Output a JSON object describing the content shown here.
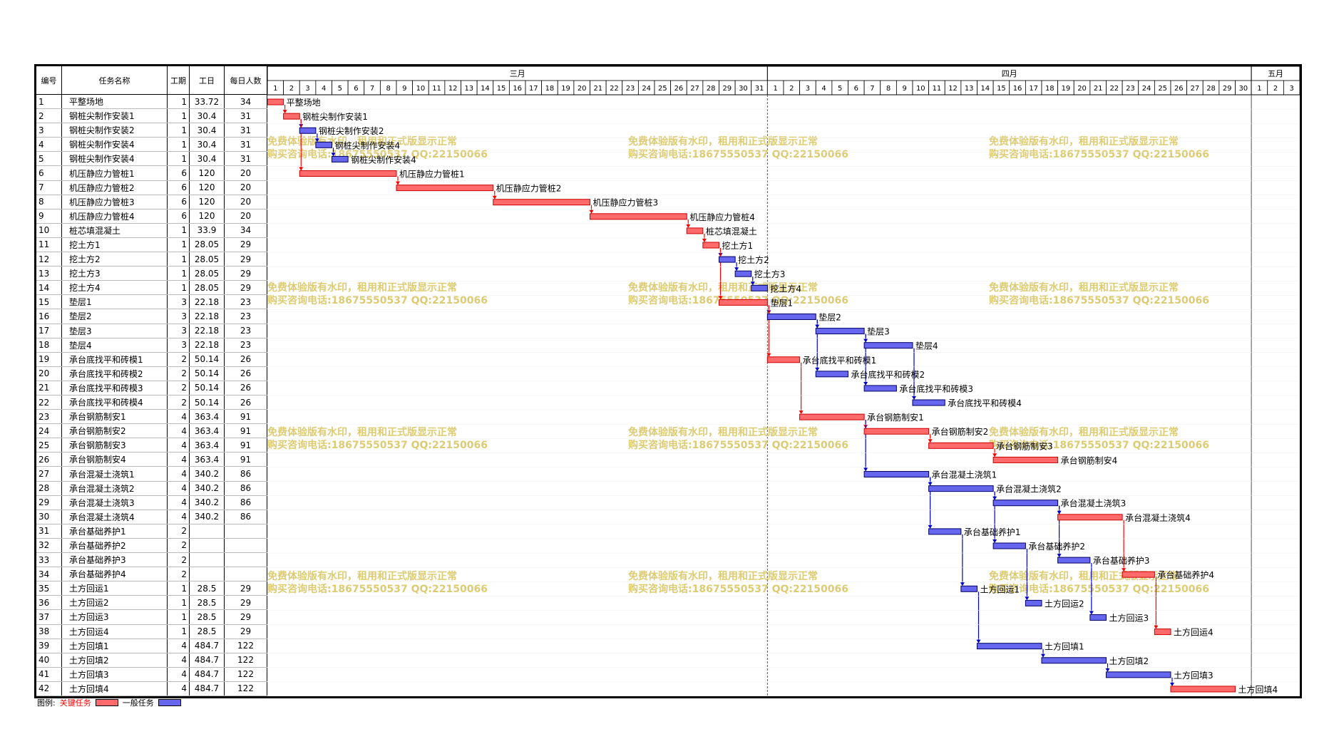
{
  "headers": {
    "id": "编号",
    "name": "任务名称",
    "duration": "工期",
    "workdays": "工日",
    "people": "每日人数"
  },
  "months": [
    {
      "label": "三月",
      "start": 1,
      "days": 31
    },
    {
      "label": "四月",
      "start": 32,
      "days": 30
    },
    {
      "label": "五月",
      "start": 62,
      "days": 3
    }
  ],
  "watermark": [
    "免费体验版有水印，租用和正式版显示正常",
    "购买咨询电话:18675550537 QQ:22150066"
  ],
  "legend": {
    "prefix": "图例:",
    "critical_label": "关键任务",
    "normal_label": "一般任务"
  },
  "colors": {
    "critical": "#ff6b6b",
    "normal": "#6666ee",
    "watermark": "#d8c25a"
  },
  "chart_data": {
    "type": "gantt",
    "x_unit": "day",
    "x_range": [
      1,
      64
    ],
    "tasks": [
      {
        "id": "1",
        "name": "平整场地",
        "duration": "1",
        "workdays": "33.72",
        "people": "34",
        "start": 1,
        "end": 1,
        "critical": true
      },
      {
        "id": "2",
        "name": "钢桩尖制作安装1",
        "duration": "1",
        "workdays": "30.4",
        "people": "31",
        "start": 2,
        "end": 2,
        "critical": true
      },
      {
        "id": "3",
        "name": "钢桩尖制作安装2",
        "duration": "1",
        "workdays": "30.4",
        "people": "31",
        "start": 3,
        "end": 3,
        "critical": false
      },
      {
        "id": "4",
        "name": "钢桩尖制作安装4",
        "duration": "1",
        "workdays": "30.4",
        "people": "31",
        "start": 4,
        "end": 4,
        "critical": false
      },
      {
        "id": "5",
        "name": "钢桩尖制作安装4",
        "duration": "1",
        "workdays": "30.4",
        "people": "31",
        "start": 5,
        "end": 5,
        "critical": false
      },
      {
        "id": "6",
        "name": "机压静应力管桩1",
        "duration": "6",
        "workdays": "120",
        "people": "20",
        "start": 3,
        "end": 8,
        "critical": true
      },
      {
        "id": "7",
        "name": "机压静应力管桩2",
        "duration": "6",
        "workdays": "120",
        "people": "20",
        "start": 9,
        "end": 14,
        "critical": true
      },
      {
        "id": "8",
        "name": "机压静应力管桩3",
        "duration": "6",
        "workdays": "120",
        "people": "20",
        "start": 15,
        "end": 20,
        "critical": true
      },
      {
        "id": "9",
        "name": "机压静应力管桩4",
        "duration": "6",
        "workdays": "120",
        "people": "20",
        "start": 21,
        "end": 26,
        "critical": true
      },
      {
        "id": "10",
        "name": "桩芯填混凝土",
        "duration": "1",
        "workdays": "33.9",
        "people": "34",
        "start": 27,
        "end": 27,
        "critical": true
      },
      {
        "id": "11",
        "name": "挖土方1",
        "duration": "1",
        "workdays": "28.05",
        "people": "29",
        "start": 28,
        "end": 28,
        "critical": true
      },
      {
        "id": "12",
        "name": "挖土方2",
        "duration": "1",
        "workdays": "28.05",
        "people": "29",
        "start": 29,
        "end": 29,
        "critical": false
      },
      {
        "id": "13",
        "name": "挖土方3",
        "duration": "1",
        "workdays": "28.05",
        "people": "29",
        "start": 30,
        "end": 30,
        "critical": false
      },
      {
        "id": "14",
        "name": "挖土方4",
        "duration": "1",
        "workdays": "28.05",
        "people": "29",
        "start": 31,
        "end": 31,
        "critical": false
      },
      {
        "id": "15",
        "name": "垫层1",
        "duration": "3",
        "workdays": "22.18",
        "people": "23",
        "start": 29,
        "end": 31,
        "critical": true
      },
      {
        "id": "16",
        "name": "垫层2",
        "duration": "3",
        "workdays": "22.18",
        "people": "23",
        "start": 32,
        "end": 34,
        "critical": false
      },
      {
        "id": "17",
        "name": "垫层3",
        "duration": "3",
        "workdays": "22.18",
        "people": "23",
        "start": 35,
        "end": 37,
        "critical": false
      },
      {
        "id": "18",
        "name": "垫层4",
        "duration": "3",
        "workdays": "22.18",
        "people": "23",
        "start": 38,
        "end": 40,
        "critical": false
      },
      {
        "id": "19",
        "name": "承台底找平和砖模1",
        "duration": "2",
        "workdays": "50.14",
        "people": "26",
        "start": 32,
        "end": 33,
        "critical": true
      },
      {
        "id": "20",
        "name": "承台底找平和砖模2",
        "duration": "2",
        "workdays": "50.14",
        "people": "26",
        "start": 35,
        "end": 36,
        "critical": false
      },
      {
        "id": "21",
        "name": "承台底找平和砖模3",
        "duration": "2",
        "workdays": "50.14",
        "people": "26",
        "start": 38,
        "end": 39,
        "critical": false
      },
      {
        "id": "22",
        "name": "承台底找平和砖模4",
        "duration": "2",
        "workdays": "50.14",
        "people": "26",
        "start": 41,
        "end": 42,
        "critical": false
      },
      {
        "id": "23",
        "name": "承台钢筋制安1",
        "duration": "4",
        "workdays": "363.4",
        "people": "91",
        "start": 34,
        "end": 37,
        "critical": true
      },
      {
        "id": "24",
        "name": "承台钢筋制安2",
        "duration": "4",
        "workdays": "363.4",
        "people": "91",
        "start": 38,
        "end": 41,
        "critical": true
      },
      {
        "id": "25",
        "name": "承台钢筋制安3",
        "duration": "4",
        "workdays": "363.4",
        "people": "91",
        "start": 42,
        "end": 45,
        "critical": true
      },
      {
        "id": "26",
        "name": "承台钢筋制安4",
        "duration": "4",
        "workdays": "363.4",
        "people": "91",
        "start": 46,
        "end": 49,
        "critical": true
      },
      {
        "id": "27",
        "name": "承台混凝土浇筑1",
        "duration": "4",
        "workdays": "340.2",
        "people": "86",
        "start": 38,
        "end": 41,
        "critical": false
      },
      {
        "id": "28",
        "name": "承台混凝土浇筑2",
        "duration": "4",
        "workdays": "340.2",
        "people": "86",
        "start": 42,
        "end": 45,
        "critical": false
      },
      {
        "id": "29",
        "name": "承台混凝土浇筑3",
        "duration": "4",
        "workdays": "340.2",
        "people": "86",
        "start": 46,
        "end": 49,
        "critical": false
      },
      {
        "id": "30",
        "name": "承台混凝土浇筑4",
        "duration": "4",
        "workdays": "340.2",
        "people": "86",
        "start": 50,
        "end": 53,
        "critical": true
      },
      {
        "id": "31",
        "name": "承台基础养护1",
        "duration": "2",
        "workdays": "",
        "people": "",
        "start": 42,
        "end": 43,
        "critical": false
      },
      {
        "id": "32",
        "name": "承台基础养护2",
        "duration": "2",
        "workdays": "",
        "people": "",
        "start": 46,
        "end": 47,
        "critical": false
      },
      {
        "id": "33",
        "name": "承台基础养护3",
        "duration": "2",
        "workdays": "",
        "people": "",
        "start": 50,
        "end": 51,
        "critical": false
      },
      {
        "id": "34",
        "name": "承台基础养护4",
        "duration": "2",
        "workdays": "",
        "people": "",
        "start": 54,
        "end": 55,
        "critical": true
      },
      {
        "id": "35",
        "name": "土方回运1",
        "duration": "1",
        "workdays": "28.5",
        "people": "29",
        "start": 44,
        "end": 44,
        "critical": false
      },
      {
        "id": "36",
        "name": "土方回运2",
        "duration": "1",
        "workdays": "28.5",
        "people": "29",
        "start": 48,
        "end": 48,
        "critical": false
      },
      {
        "id": "37",
        "name": "土方回运3",
        "duration": "1",
        "workdays": "28.5",
        "people": "29",
        "start": 52,
        "end": 52,
        "critical": false
      },
      {
        "id": "38",
        "name": "土方回运4",
        "duration": "1",
        "workdays": "28.5",
        "people": "29",
        "start": 56,
        "end": 56,
        "critical": true
      },
      {
        "id": "39",
        "name": "土方回填1",
        "duration": "4",
        "workdays": "484.7",
        "people": "122",
        "start": 45,
        "end": 48,
        "critical": false
      },
      {
        "id": "40",
        "name": "土方回填2",
        "duration": "4",
        "workdays": "484.7",
        "people": "122",
        "start": 49,
        "end": 52,
        "critical": false
      },
      {
        "id": "41",
        "name": "土方回填3",
        "duration": "4",
        "workdays": "484.7",
        "people": "122",
        "start": 53,
        "end": 56,
        "critical": false
      },
      {
        "id": "42",
        "name": "土方回填4",
        "duration": "4",
        "workdays": "484.7",
        "people": "122",
        "start": 57,
        "end": 60,
        "critical": true
      }
    ]
  }
}
